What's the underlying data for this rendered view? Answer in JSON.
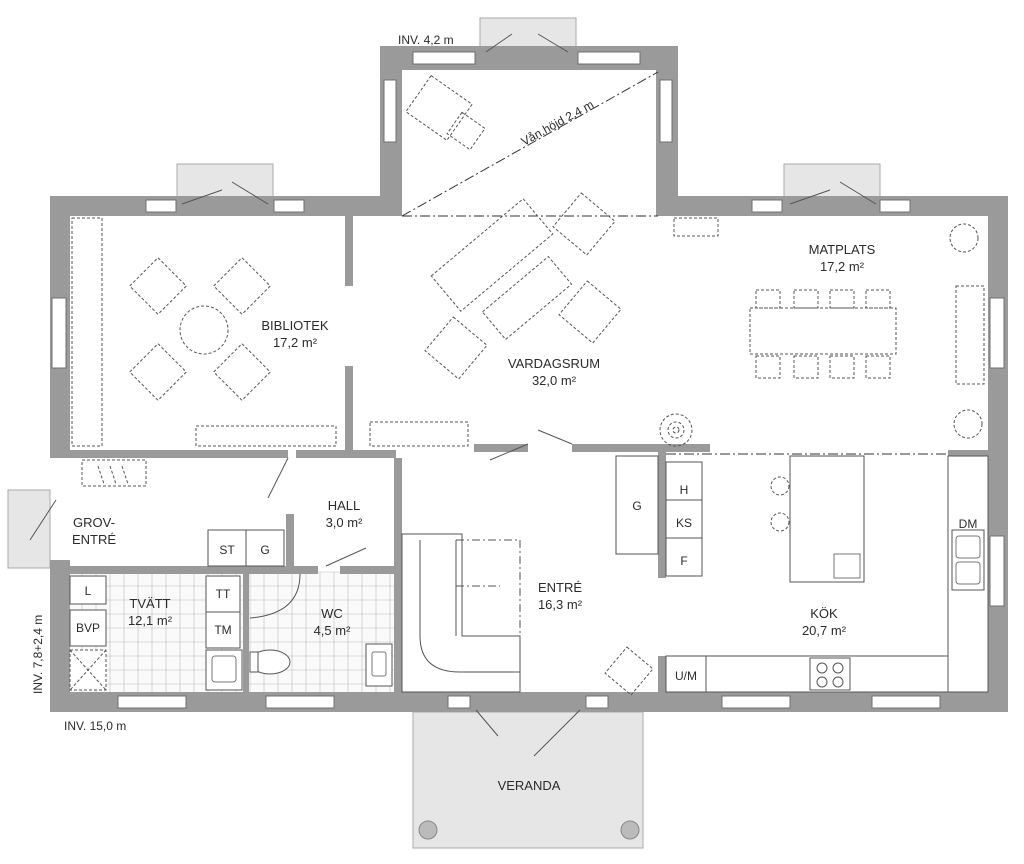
{
  "rooms": {
    "bibliotek": {
      "name": "BIBLIOTEK",
      "area": "17,2 m²"
    },
    "vardagsrum": {
      "name": "VARDAGSRUM",
      "area": "32,0 m²"
    },
    "matplats": {
      "name": "MATPLATS",
      "area": "17,2 m²"
    },
    "hall": {
      "name": "HALL",
      "area": "3,0 m²"
    },
    "grovEntre": {
      "line1": "GROV-",
      "line2": "ENTRÉ"
    },
    "tvatt": {
      "name": "TVÄTT",
      "area": "12,1 m²"
    },
    "wc": {
      "name": "WC",
      "area": "4,5 m²"
    },
    "entre": {
      "name": "ENTRÉ",
      "area": "16,3 m²"
    },
    "kok": {
      "name": "KÖK",
      "area": "20,7 m²"
    },
    "veranda": {
      "name": "VERANDA"
    }
  },
  "fixtures": {
    "st": "ST",
    "g_hall": "G",
    "g_entre": "G",
    "h": "H",
    "ks": "KS",
    "f": "F",
    "um": "U/M",
    "dm": "DM",
    "l": "L",
    "bvp": "BVP",
    "tt": "TT",
    "tm": "TM"
  },
  "notes": {
    "inv_top": "INV. 4,2 m",
    "inv_left": "INV. 7,8+2,4 m",
    "inv_bottom": "INV. 15,0 m",
    "vaghojd": "Vån.höjd 2,4 m"
  }
}
